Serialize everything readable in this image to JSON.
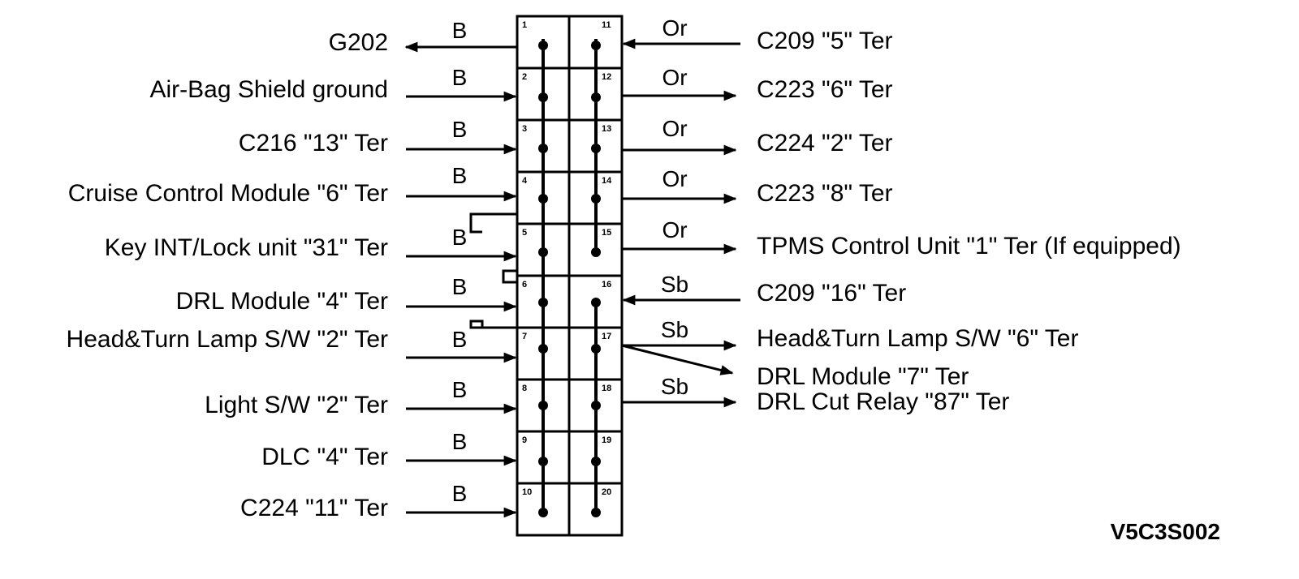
{
  "left_wires": [
    {
      "pin": "1",
      "label": "G202",
      "color": "B",
      "dir": "out"
    },
    {
      "pin": "2",
      "label": "Air-Bag Shield ground",
      "color": "B",
      "dir": "in"
    },
    {
      "pin": "3",
      "label": "C216 \"13\" Ter",
      "color": "B",
      "dir": "in"
    },
    {
      "pin": "4",
      "label": "Cruise Control Module \"6\" Ter",
      "color": "B",
      "dir": "in"
    },
    {
      "pin": "5",
      "label": "Key INT/Lock unit \"31\" Ter",
      "color": "B",
      "dir": "in"
    },
    {
      "pin": "6",
      "label": "DRL Module \"4\" Ter",
      "color": "B",
      "dir": "in"
    },
    {
      "pin": "7",
      "label": "Head&Turn Lamp S/W \"2\" Ter",
      "color": "B",
      "dir": "in"
    },
    {
      "pin": "8",
      "label": "Light S/W \"2\" Ter",
      "color": "B",
      "dir": "in"
    },
    {
      "pin": "9",
      "label": "DLC \"4\" Ter",
      "color": "B",
      "dir": "in"
    },
    {
      "pin": "10",
      "label": "C224 \"11\" Ter",
      "color": "B",
      "dir": "in"
    }
  ],
  "right_wires": [
    {
      "pin": "11",
      "label": "C209 \"5\" Ter",
      "color": "Or",
      "dir": "in"
    },
    {
      "pin": "12",
      "label": "C223 \"6\" Ter",
      "color": "Or",
      "dir": "out"
    },
    {
      "pin": "13",
      "label": "C224 \"2\" Ter",
      "color": "Or",
      "dir": "out"
    },
    {
      "pin": "14",
      "label": "C223 \"8\" Ter",
      "color": "Or",
      "dir": "out"
    },
    {
      "pin": "15",
      "label": "TPMS Control Unit \"1\" Ter (If equipped)",
      "color": "Or",
      "dir": "out"
    },
    {
      "pin": "16",
      "label": "C209 \"16\" Ter",
      "color": "Sb",
      "dir": "in"
    },
    {
      "pin": "17",
      "label": "Head&Turn Lamp S/W \"6\" Ter",
      "color": "Sb",
      "dir": "out",
      "extra_label": "DRL Module \"7\" Ter"
    },
    {
      "pin": "18",
      "label": "DRL Cut Relay \"87\" Ter",
      "color": "Sb",
      "dir": "out"
    },
    {
      "pin": "19"
    },
    {
      "pin": "20"
    }
  ],
  "diagram_code": "V5C3S002",
  "colors": {
    "line": "#000000",
    "background": "#ffffff"
  }
}
